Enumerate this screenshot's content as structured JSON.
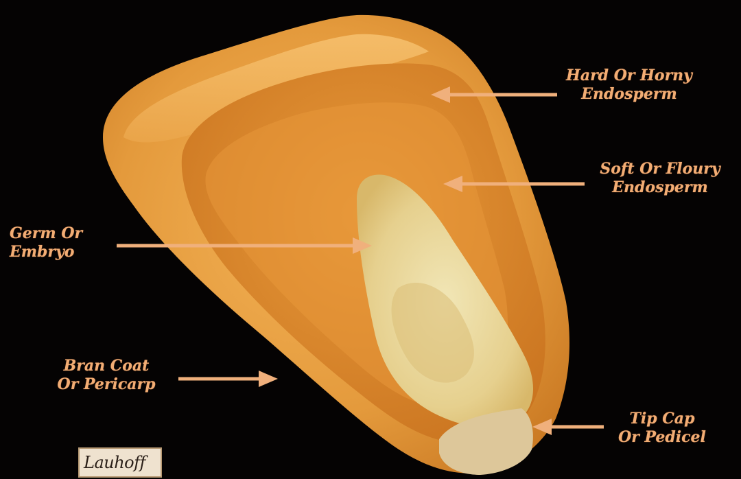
{
  "labels": {
    "hard_endosperm": [
      "Hard Or Horny",
      "Endosperm"
    ],
    "soft_endosperm": [
      "Soft Or Floury",
      "Endosperm"
    ],
    "germ": [
      "Germ Or",
      "Embryo"
    ],
    "bran": [
      "Bran Coat",
      "Or Pericarp"
    ],
    "tip_cap": [
      "Tip Cap",
      "Or Pedicel"
    ]
  },
  "logo": {
    "text": "Lauhoff"
  },
  "colors": {
    "background": "#050303",
    "label_text": "#f2ad74",
    "arrow": "#f0b07c",
    "kernel_outer": "#e8a447",
    "kernel_inner": "#d88a2c",
    "germ": "#eadc9e"
  }
}
